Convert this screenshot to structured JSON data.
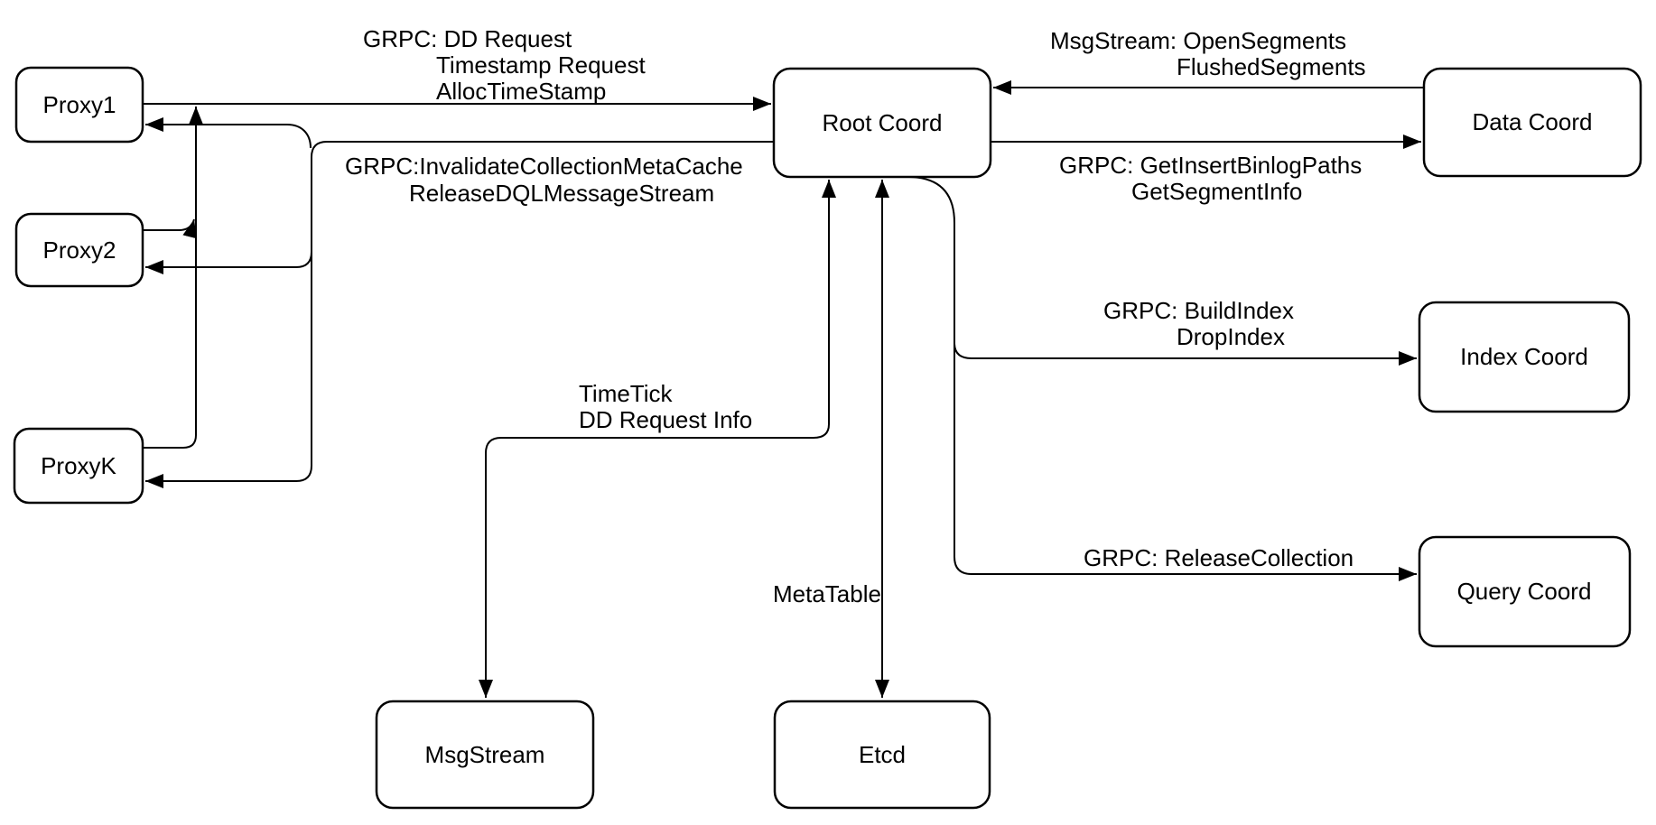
{
  "diagram": {
    "background": "#ffffff",
    "line_color": "#000000",
    "node_fill": "#ffffff",
    "node_stroke": "#000000",
    "text_color": "#000000",
    "nodes": [
      {
        "id": "proxy1",
        "label": "Proxy1"
      },
      {
        "id": "proxy2",
        "label": "Proxy2"
      },
      {
        "id": "proxyk",
        "label": "ProxyK"
      },
      {
        "id": "root-coord",
        "label": "Root Coord"
      },
      {
        "id": "data-coord",
        "label": "Data Coord"
      },
      {
        "id": "index-coord",
        "label": "Index Coord"
      },
      {
        "id": "query-coord",
        "label": "Query Coord"
      },
      {
        "id": "msgstream",
        "label": "MsgStream"
      },
      {
        "id": "etcd",
        "label": "Etcd"
      }
    ],
    "edge_labels": {
      "proxy_request": [
        "GRPC: DD Request",
        "Timestamp Request",
        "AllocTimeStamp"
      ],
      "invalidate": [
        "GRPC:InvalidateCollectionMetaCache",
        "ReleaseDQLMessageStream"
      ],
      "open_segments": [
        "MsgStream: OpenSegments",
        "FlushedSegments"
      ],
      "insert_binlog": [
        "GRPC: GetInsertBinlogPaths",
        "GetSegmentInfo"
      ],
      "build_index": [
        "GRPC: BuildIndex",
        "DropIndex"
      ],
      "release_collection": [
        "GRPC: ReleaseCollection"
      ],
      "timetick": [
        "TimeTick",
        "DD Request Info"
      ],
      "metatable": [
        "MetaTable"
      ]
    }
  }
}
